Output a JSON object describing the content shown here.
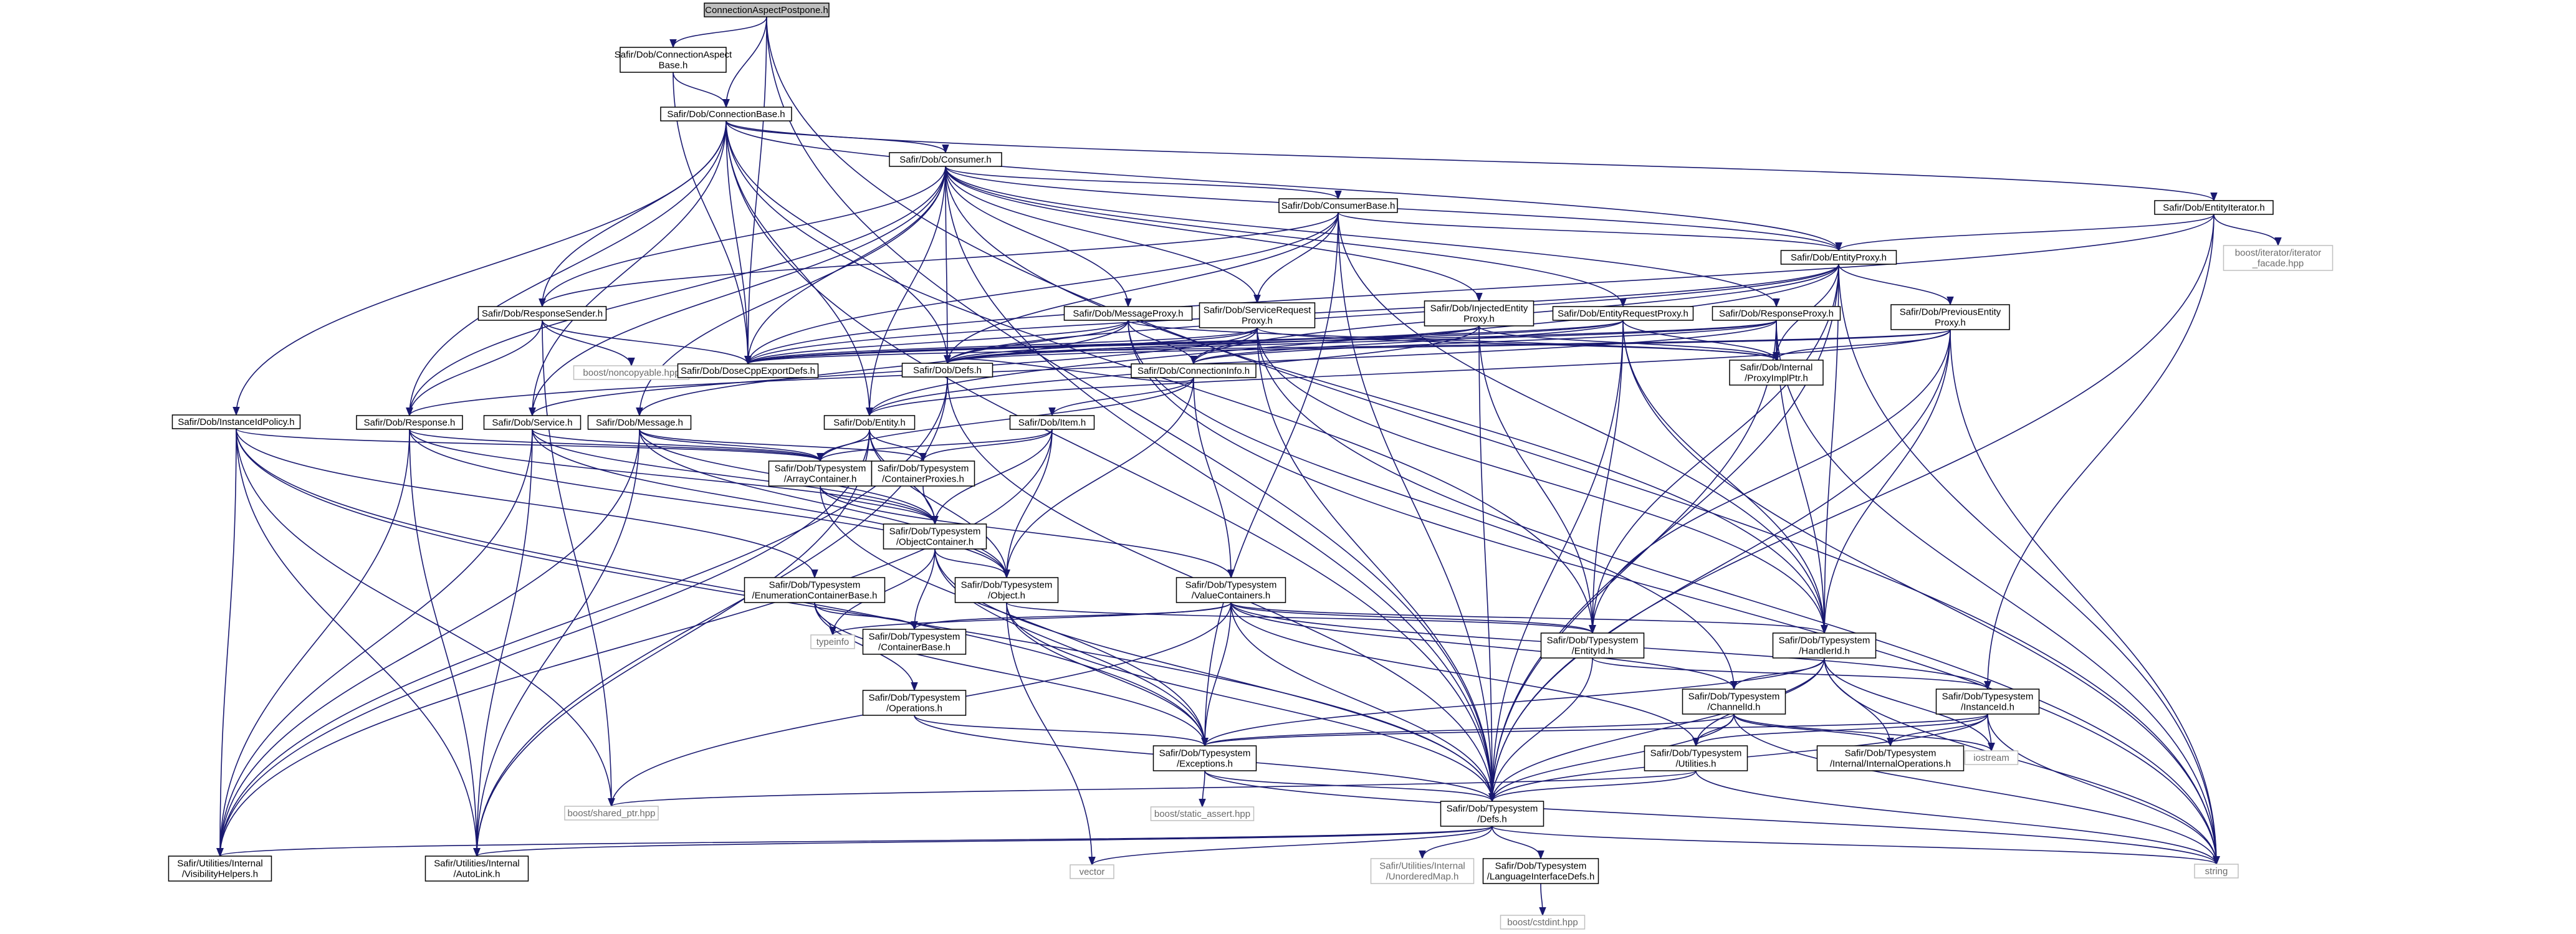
{
  "diagram": {
    "title": "ConnectionAspectPostpone.h include dependency graph",
    "colors": {
      "edge": "#191970",
      "root_fill": "#bfbfbf",
      "external_border": "#bfbfbf",
      "external_text": "#6b6b6b"
    },
    "nodes": [
      {
        "id": "root",
        "lines": [
          "ConnectionAspectPostpone.h"
        ],
        "kind": "root"
      },
      {
        "id": "cab",
        "lines": [
          "Safir/Dob/ConnectionAspect",
          "Base.h"
        ]
      },
      {
        "id": "cb",
        "lines": [
          "Safir/Dob/ConnectionBase.h"
        ]
      },
      {
        "id": "cons",
        "lines": [
          "Safir/Dob/Consumer.h"
        ]
      },
      {
        "id": "consb",
        "lines": [
          "Safir/Dob/ConsumerBase.h"
        ]
      },
      {
        "id": "eit",
        "lines": [
          "Safir/Dob/EntityIterator.h"
        ]
      },
      {
        "id": "bifac",
        "lines": [
          "boost/iterator/iterator",
          "_facade.hpp"
        ],
        "kind": "ext"
      },
      {
        "id": "ep",
        "lines": [
          "Safir/Dob/EntityProxy.h"
        ]
      },
      {
        "id": "rs",
        "lines": [
          "Safir/Dob/ResponseSender.h"
        ]
      },
      {
        "id": "mp",
        "lines": [
          "Safir/Dob/MessageProxy.h"
        ]
      },
      {
        "id": "srp",
        "lines": [
          "Safir/Dob/ServiceRequest",
          "Proxy.h"
        ]
      },
      {
        "id": "iep",
        "lines": [
          "Safir/Dob/InjectedEntity",
          "Proxy.h"
        ]
      },
      {
        "id": "erp",
        "lines": [
          "Safir/Dob/EntityRequestProxy.h"
        ]
      },
      {
        "id": "rp",
        "lines": [
          "Safir/Dob/ResponseProxy.h"
        ]
      },
      {
        "id": "pep",
        "lines": [
          "Safir/Dob/PreviousEntity",
          "Proxy.h"
        ]
      },
      {
        "id": "bnc",
        "lines": [
          "boost/noncopyable.hpp"
        ],
        "kind": "ext"
      },
      {
        "id": "dced",
        "lines": [
          "Safir/Dob/DoseCppExportDefs.h"
        ]
      },
      {
        "id": "ddefs",
        "lines": [
          "Safir/Dob/Defs.h"
        ]
      },
      {
        "id": "ci",
        "lines": [
          "Safir/Dob/ConnectionInfo.h"
        ]
      },
      {
        "id": "pip",
        "lines": [
          "Safir/Dob/Internal",
          "/ProxyImplPtr.h"
        ]
      },
      {
        "id": "iip",
        "lines": [
          "Safir/Dob/InstanceIdPolicy.h"
        ]
      },
      {
        "id": "resp",
        "lines": [
          "Safir/Dob/Response.h"
        ]
      },
      {
        "id": "svc",
        "lines": [
          "Safir/Dob/Service.h"
        ]
      },
      {
        "id": "msg",
        "lines": [
          "Safir/Dob/Message.h"
        ]
      },
      {
        "id": "ent",
        "lines": [
          "Safir/Dob/Entity.h"
        ]
      },
      {
        "id": "item",
        "lines": [
          "Safir/Dob/Item.h"
        ]
      },
      {
        "id": "ac",
        "lines": [
          "Safir/Dob/Typesystem",
          "/ArrayContainer.h"
        ]
      },
      {
        "id": "cp",
        "lines": [
          "Safir/Dob/Typesystem",
          "/ContainerProxies.h"
        ]
      },
      {
        "id": "oc",
        "lines": [
          "Safir/Dob/Typesystem",
          "/ObjectContainer.h"
        ]
      },
      {
        "id": "ecb",
        "lines": [
          "Safir/Dob/Typesystem",
          "/EnumerationContainerBase.h"
        ]
      },
      {
        "id": "obj",
        "lines": [
          "Safir/Dob/Typesystem",
          "/Object.h"
        ]
      },
      {
        "id": "vc",
        "lines": [
          "Safir/Dob/Typesystem",
          "/ValueContainers.h"
        ]
      },
      {
        "id": "ti",
        "lines": [
          "typeinfo"
        ],
        "kind": "ext"
      },
      {
        "id": "cbase",
        "lines": [
          "Safir/Dob/Typesystem",
          "/ContainerBase.h"
        ]
      },
      {
        "id": "eid",
        "lines": [
          "Safir/Dob/Typesystem",
          "/EntityId.h"
        ]
      },
      {
        "id": "hid",
        "lines": [
          "Safir/Dob/Typesystem",
          "/HandlerId.h"
        ]
      },
      {
        "id": "ops",
        "lines": [
          "Safir/Dob/Typesystem",
          "/Operations.h"
        ]
      },
      {
        "id": "chid",
        "lines": [
          "Safir/Dob/Typesystem",
          "/ChannelId.h"
        ]
      },
      {
        "id": "insid",
        "lines": [
          "Safir/Dob/Typesystem",
          "/InstanceId.h"
        ]
      },
      {
        "id": "exc",
        "lines": [
          "Safir/Dob/Typesystem",
          "/Exceptions.h"
        ]
      },
      {
        "id": "util",
        "lines": [
          "Safir/Dob/Typesystem",
          "/Utilities.h"
        ]
      },
      {
        "id": "intops",
        "lines": [
          "Safir/Dob/Typesystem",
          "/Internal/InternalOperations.h"
        ]
      },
      {
        "id": "ios",
        "lines": [
          "iostream"
        ],
        "kind": "ext"
      },
      {
        "id": "bsp",
        "lines": [
          "boost/shared_ptr.hpp"
        ],
        "kind": "ext"
      },
      {
        "id": "bsa",
        "lines": [
          "boost/static_assert.hpp"
        ],
        "kind": "ext"
      },
      {
        "id": "tsdefs",
        "lines": [
          "Safir/Dob/Typesystem",
          "/Defs.h"
        ]
      },
      {
        "id": "vis",
        "lines": [
          "Safir/Utilities/Internal",
          "/VisibilityHelpers.h"
        ]
      },
      {
        "id": "autol",
        "lines": [
          "Safir/Utilities/Internal",
          "/AutoLink.h"
        ]
      },
      {
        "id": "vec",
        "lines": [
          "vector"
        ],
        "kind": "ext"
      },
      {
        "id": "umap",
        "lines": [
          "Safir/Utilities/Internal",
          "/UnorderedMap.h"
        ],
        "kind": "ext"
      },
      {
        "id": "lid",
        "lines": [
          "Safir/Dob/Typesystem",
          "/LanguageInterfaceDefs.h"
        ]
      },
      {
        "id": "str",
        "lines": [
          "string"
        ],
        "kind": "ext"
      },
      {
        "id": "bcs",
        "lines": [
          "boost/cstdint.hpp"
        ],
        "kind": "ext"
      }
    ],
    "edges": [
      [
        "root",
        "cab"
      ],
      [
        "root",
        "cb"
      ],
      [
        "root",
        "dced"
      ],
      [
        "root",
        "str"
      ],
      [
        "root",
        "tsdefs"
      ],
      [
        "cab",
        "cb"
      ],
      [
        "cab",
        "dced"
      ],
      [
        "cb",
        "cons"
      ],
      [
        "cb",
        "eit"
      ],
      [
        "cb",
        "ep"
      ],
      [
        "cb",
        "rs"
      ],
      [
        "cb",
        "iip"
      ],
      [
        "cb",
        "resp"
      ],
      [
        "cb",
        "svc"
      ],
      [
        "cb",
        "ent"
      ],
      [
        "cb",
        "dced"
      ],
      [
        "cb",
        "ddefs"
      ],
      [
        "cb",
        "tsdefs"
      ],
      [
        "cb",
        "eid"
      ],
      [
        "cons",
        "consb"
      ],
      [
        "cons",
        "ep"
      ],
      [
        "cons",
        "rs"
      ],
      [
        "cons",
        "mp"
      ],
      [
        "cons",
        "srp"
      ],
      [
        "cons",
        "iep"
      ],
      [
        "cons",
        "erp"
      ],
      [
        "cons",
        "rp"
      ],
      [
        "cons",
        "dced"
      ],
      [
        "cons",
        "ddefs"
      ],
      [
        "cons",
        "resp"
      ],
      [
        "cons",
        "svc"
      ],
      [
        "cons",
        "msg"
      ],
      [
        "cons",
        "ent"
      ],
      [
        "cons",
        "hid"
      ],
      [
        "cons",
        "tsdefs"
      ],
      [
        "consb",
        "ep"
      ],
      [
        "consb",
        "rs"
      ],
      [
        "consb",
        "dced"
      ],
      [
        "consb",
        "ddefs"
      ],
      [
        "consb",
        "exc"
      ],
      [
        "consb",
        "tsdefs"
      ],
      [
        "consb",
        "hid"
      ],
      [
        "consb",
        "srp"
      ],
      [
        "eit",
        "ep"
      ],
      [
        "eit",
        "bifac"
      ],
      [
        "eit",
        "dced"
      ],
      [
        "eit",
        "tsdefs"
      ],
      [
        "eit",
        "insid"
      ],
      [
        "ep",
        "pep"
      ],
      [
        "ep",
        "dced"
      ],
      [
        "ep",
        "ddefs"
      ],
      [
        "ep",
        "pip"
      ],
      [
        "ep",
        "ent"
      ],
      [
        "ep",
        "ci"
      ],
      [
        "ep",
        "eid"
      ],
      [
        "ep",
        "hid"
      ],
      [
        "ep",
        "tsdefs"
      ],
      [
        "ep",
        "str"
      ],
      [
        "rs",
        "bnc"
      ],
      [
        "rs",
        "dced"
      ],
      [
        "rs",
        "resp"
      ],
      [
        "rs",
        "bsp"
      ],
      [
        "mp",
        "dced"
      ],
      [
        "mp",
        "ddefs"
      ],
      [
        "mp",
        "pip"
      ],
      [
        "mp",
        "msg"
      ],
      [
        "mp",
        "ci"
      ],
      [
        "mp",
        "chid"
      ],
      [
        "mp",
        "str"
      ],
      [
        "srp",
        "dced"
      ],
      [
        "srp",
        "ddefs"
      ],
      [
        "srp",
        "pip"
      ],
      [
        "srp",
        "svc"
      ],
      [
        "srp",
        "ci"
      ],
      [
        "srp",
        "hid"
      ],
      [
        "srp",
        "tsdefs"
      ],
      [
        "srp",
        "str"
      ],
      [
        "iep",
        "dced"
      ],
      [
        "iep",
        "ddefs"
      ],
      [
        "iep",
        "pip"
      ],
      [
        "iep",
        "ent"
      ],
      [
        "iep",
        "eid"
      ],
      [
        "iep",
        "tsdefs"
      ],
      [
        "erp",
        "dced"
      ],
      [
        "erp",
        "ddefs"
      ],
      [
        "erp",
        "pip"
      ],
      [
        "erp",
        "ci"
      ],
      [
        "erp",
        "eid"
      ],
      [
        "erp",
        "hid"
      ],
      [
        "erp",
        "tsdefs"
      ],
      [
        "erp",
        "str"
      ],
      [
        "rp",
        "dced"
      ],
      [
        "rp",
        "ddefs"
      ],
      [
        "rp",
        "pip"
      ],
      [
        "rp",
        "resp"
      ],
      [
        "rp",
        "ci"
      ],
      [
        "rp",
        "hid"
      ],
      [
        "rp",
        "tsdefs"
      ],
      [
        "rp",
        "str"
      ],
      [
        "pep",
        "dced"
      ],
      [
        "pep",
        "ddefs"
      ],
      [
        "pep",
        "pip"
      ],
      [
        "pep",
        "ent"
      ],
      [
        "pep",
        "eid"
      ],
      [
        "pep",
        "hid"
      ],
      [
        "pep",
        "tsdefs"
      ],
      [
        "pep",
        "str"
      ],
      [
        "ddefs",
        "tsdefs"
      ],
      [
        "ddefs",
        "vis"
      ],
      [
        "ddefs",
        "autol"
      ],
      [
        "ci",
        "item"
      ],
      [
        "ci",
        "vc"
      ],
      [
        "ci",
        "obj"
      ],
      [
        "ci",
        "ddefs"
      ],
      [
        "ci",
        "ac"
      ],
      [
        "iip",
        "ac"
      ],
      [
        "iip",
        "ecb"
      ],
      [
        "iip",
        "tsdefs"
      ],
      [
        "iip",
        "vis"
      ],
      [
        "iip",
        "autol"
      ],
      [
        "iip",
        "bsp"
      ],
      [
        "iip",
        "exc"
      ],
      [
        "resp",
        "ac"
      ],
      [
        "resp",
        "oc"
      ],
      [
        "resp",
        "obj"
      ],
      [
        "resp",
        "vis"
      ],
      [
        "resp",
        "autol"
      ],
      [
        "svc",
        "ac"
      ],
      [
        "svc",
        "oc"
      ],
      [
        "svc",
        "obj"
      ],
      [
        "svc",
        "vis"
      ],
      [
        "svc",
        "autol"
      ],
      [
        "msg",
        "ac"
      ],
      [
        "msg",
        "oc"
      ],
      [
        "msg",
        "obj"
      ],
      [
        "msg",
        "vis"
      ],
      [
        "msg",
        "autol"
      ],
      [
        "msg",
        "cp"
      ],
      [
        "ent",
        "ac"
      ],
      [
        "ent",
        "cp"
      ],
      [
        "ent",
        "oc"
      ],
      [
        "ent",
        "obj"
      ],
      [
        "ent",
        "vis"
      ],
      [
        "ent",
        "autol"
      ],
      [
        "item",
        "ac"
      ],
      [
        "item",
        "cp"
      ],
      [
        "item",
        "oc"
      ],
      [
        "item",
        "obj"
      ],
      [
        "item",
        "vis"
      ],
      [
        "ac",
        "oc"
      ],
      [
        "ac",
        "vc"
      ],
      [
        "ac",
        "exc"
      ],
      [
        "cp",
        "oc"
      ],
      [
        "oc",
        "obj"
      ],
      [
        "oc",
        "cbase"
      ],
      [
        "oc",
        "ti"
      ],
      [
        "oc",
        "exc"
      ],
      [
        "oc",
        "tsdefs"
      ],
      [
        "ecb",
        "cbase"
      ],
      [
        "ecb",
        "ti"
      ],
      [
        "ecb",
        "ops"
      ],
      [
        "ecb",
        "exc"
      ],
      [
        "obj",
        "tsdefs"
      ],
      [
        "obj",
        "exc"
      ],
      [
        "obj",
        "vec"
      ],
      [
        "obj",
        "eid"
      ],
      [
        "vc",
        "cbase"
      ],
      [
        "vc",
        "eid"
      ],
      [
        "vc",
        "hid"
      ],
      [
        "vc",
        "chid"
      ],
      [
        "vc",
        "insid"
      ],
      [
        "vc",
        "exc"
      ],
      [
        "vc",
        "util"
      ],
      [
        "vc",
        "ti"
      ],
      [
        "vc",
        "bsp"
      ],
      [
        "vc",
        "tsdefs"
      ],
      [
        "eid",
        "insid"
      ],
      [
        "eid",
        "tsdefs"
      ],
      [
        "hid",
        "chid"
      ],
      [
        "hid",
        "util"
      ],
      [
        "hid",
        "exc"
      ],
      [
        "hid",
        "intops"
      ],
      [
        "hid",
        "ios"
      ],
      [
        "hid",
        "str"
      ],
      [
        "hid",
        "tsdefs"
      ],
      [
        "ops",
        "exc"
      ],
      [
        "ops",
        "tsdefs"
      ],
      [
        "chid",
        "exc"
      ],
      [
        "chid",
        "util"
      ],
      [
        "chid",
        "intops"
      ],
      [
        "chid",
        "ios"
      ],
      [
        "chid",
        "str"
      ],
      [
        "chid",
        "tsdefs"
      ],
      [
        "insid",
        "exc"
      ],
      [
        "insid",
        "util"
      ],
      [
        "insid",
        "intops"
      ],
      [
        "insid",
        "ios"
      ],
      [
        "insid",
        "str"
      ],
      [
        "insid",
        "tsdefs"
      ],
      [
        "exc",
        "bsa"
      ],
      [
        "exc",
        "str"
      ],
      [
        "exc",
        "tsdefs"
      ],
      [
        "util",
        "bsp"
      ],
      [
        "util",
        "str"
      ],
      [
        "util",
        "tsdefs"
      ],
      [
        "tsdefs",
        "vis"
      ],
      [
        "tsdefs",
        "autol"
      ],
      [
        "tsdefs",
        "vec"
      ],
      [
        "tsdefs",
        "umap"
      ],
      [
        "tsdefs",
        "lid"
      ],
      [
        "tsdefs",
        "str"
      ],
      [
        "lid",
        "bcs"
      ]
    ]
  }
}
